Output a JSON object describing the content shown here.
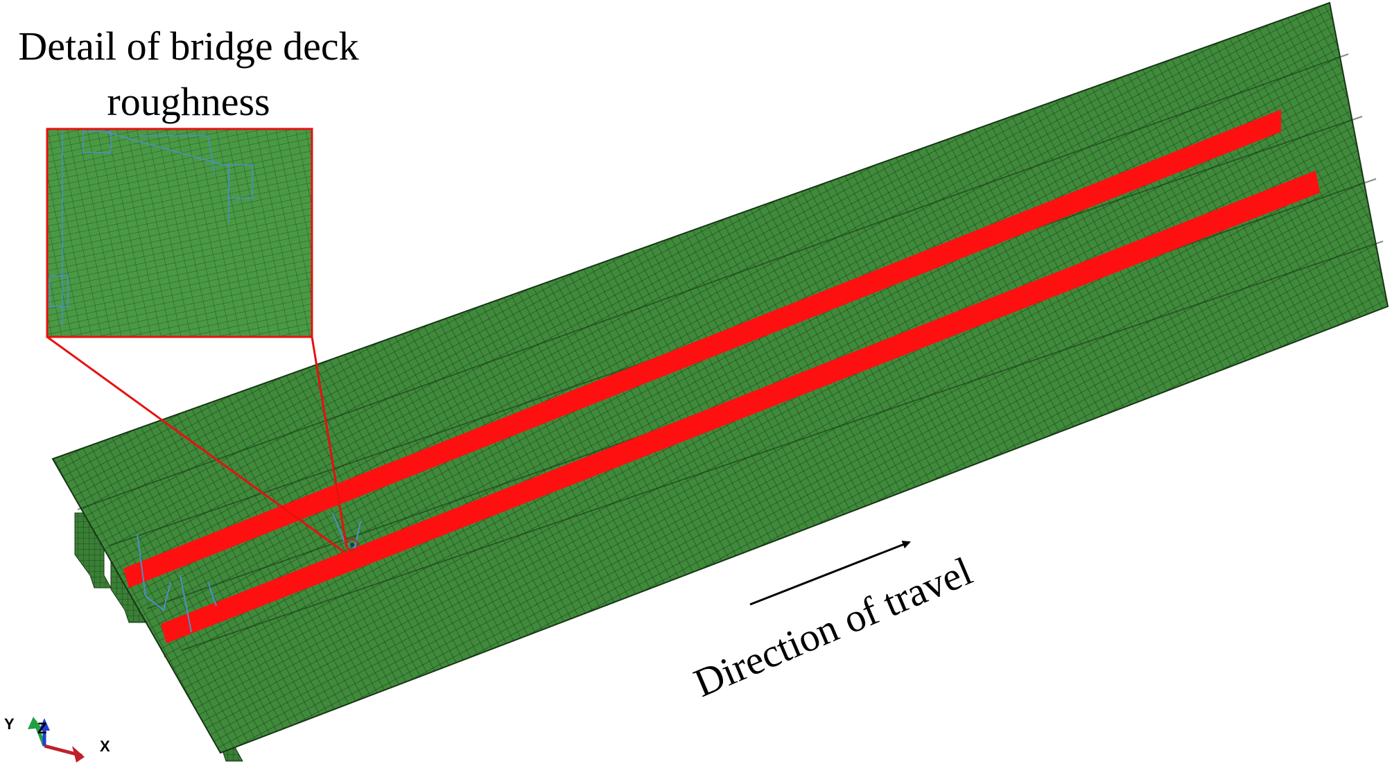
{
  "inset_caption": {
    "line1": "Detail of bridge deck",
    "line2": "roughness"
  },
  "travel_label": "Direction of travel",
  "triad": {
    "y_label": "Y",
    "z_label": "Z",
    "x_label": "X"
  },
  "colors": {
    "deck": "#3f8a3b",
    "mesh_line": "#1a3a18",
    "wheel_path": "#ff1010",
    "callout": "#e81010",
    "beam_wire": "#4a90c8",
    "axis_x": "#c0202a",
    "axis_y": "#20a040",
    "axis_z": "#2040d0"
  }
}
